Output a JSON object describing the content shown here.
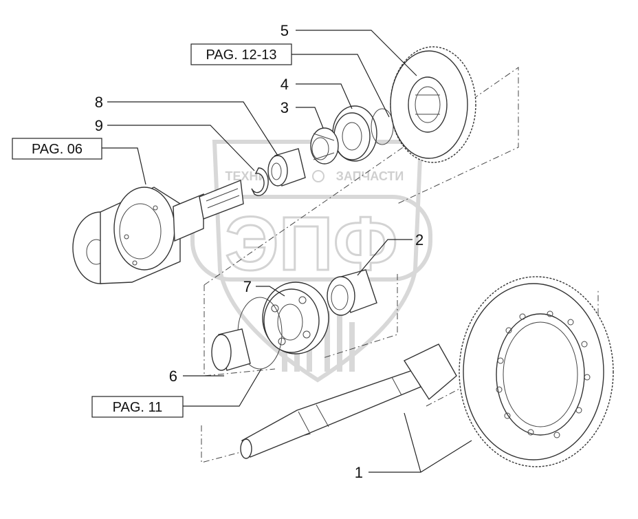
{
  "diagram": {
    "part_numbers": [
      "1",
      "2",
      "3",
      "4",
      "5",
      "6",
      "7",
      "8",
      "9"
    ],
    "page_refs": [
      "PAG. 12-13",
      "PAG. 06",
      "PAG. 11"
    ]
  },
  "watermark": {
    "logo_text": "ЭПФ",
    "tagline_left": "ТЕХНИКА",
    "tagline_right": "ЗАПЧАСТИ"
  }
}
